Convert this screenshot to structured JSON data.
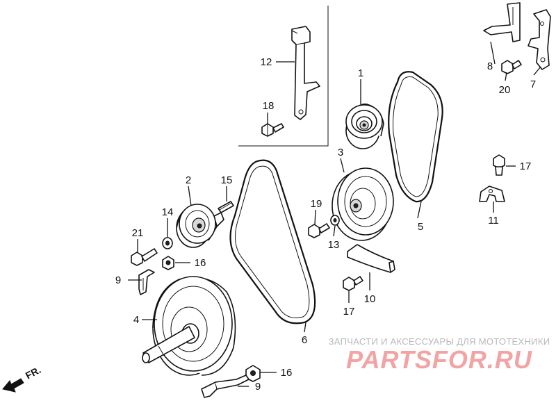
{
  "callouts": [
    {
      "id": "c1",
      "text": "1"
    },
    {
      "id": "c2",
      "text": "2"
    },
    {
      "id": "c3",
      "text": "3"
    },
    {
      "id": "c4",
      "text": "4"
    },
    {
      "id": "c5",
      "text": "5"
    },
    {
      "id": "c6",
      "text": "6"
    },
    {
      "id": "c7",
      "text": "7"
    },
    {
      "id": "c8",
      "text": "8"
    },
    {
      "id": "c9a",
      "text": "9"
    },
    {
      "id": "c9b",
      "text": "9"
    },
    {
      "id": "c10",
      "text": "10"
    },
    {
      "id": "c11",
      "text": "11"
    },
    {
      "id": "c12",
      "text": "12"
    },
    {
      "id": "c13",
      "text": "13"
    },
    {
      "id": "c14",
      "text": "14"
    },
    {
      "id": "c15",
      "text": "15"
    },
    {
      "id": "c16a",
      "text": "16"
    },
    {
      "id": "c16b",
      "text": "16"
    },
    {
      "id": "c17a",
      "text": "17"
    },
    {
      "id": "c17b",
      "text": "17"
    },
    {
      "id": "c18",
      "text": "18"
    },
    {
      "id": "c19",
      "text": "19"
    },
    {
      "id": "c20",
      "text": "20"
    },
    {
      "id": "c21",
      "text": "21"
    }
  ],
  "front_marker": "FR.",
  "watermark": {
    "tagline": "ЗАПЧАСТИ И АКСЕССУАРЫ ДЛЯ МОТОТЕХНИКИ",
    "brand": "PARTSFOR.RU",
    "color": "#f2a3a3"
  }
}
